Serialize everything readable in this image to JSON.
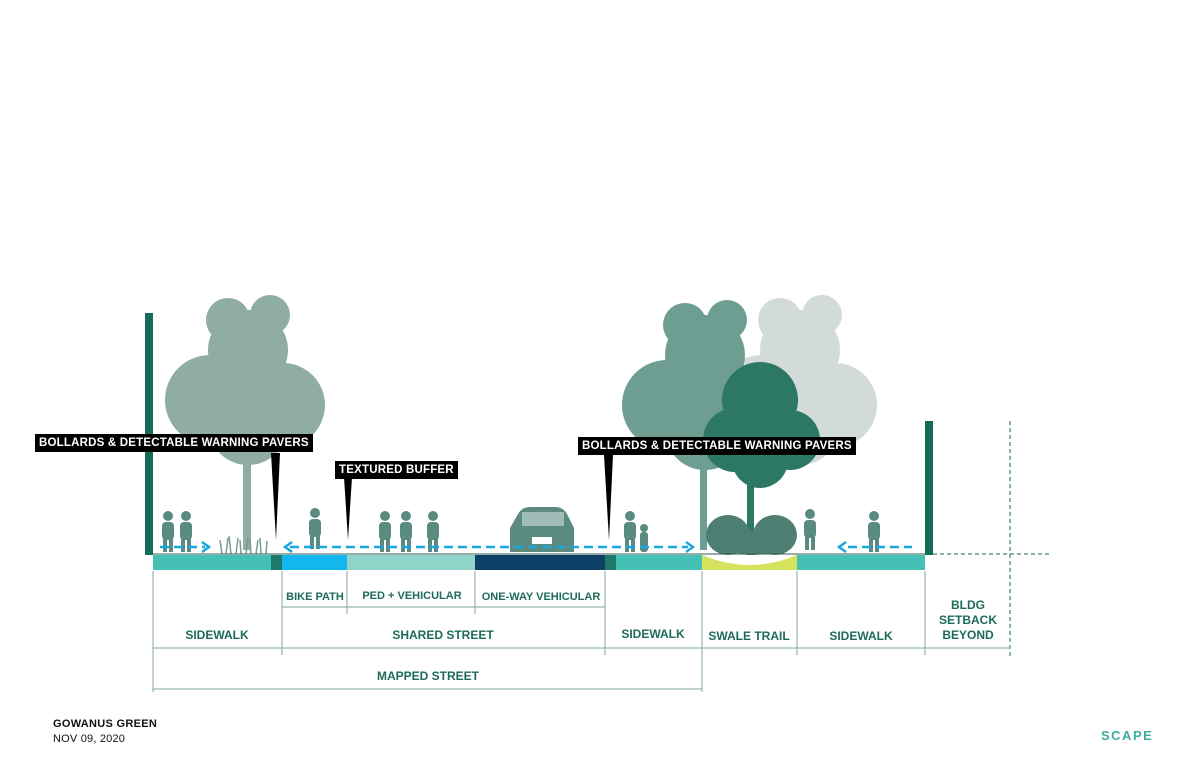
{
  "callouts": {
    "left_bollards": "BOLLARDS & DETECTABLE  WARNING PAVERS",
    "textured_buffer": "TEXTURED BUFFER",
    "right_bollards": "BOLLARDS & DETECTABLE  WARNING PAVERS"
  },
  "row1": {
    "bike_path": "BIKE PATH",
    "ped_vehicular": "PED + VEHICULAR",
    "one_way": "ONE-WAY VEHICULAR"
  },
  "row2": {
    "sidewalk_left": "SIDEWALK",
    "shared_street": "SHARED STREET",
    "sidewalk_mid": "SIDEWALK",
    "swale_trail": "SWALE TRAIL",
    "sidewalk_right": "SIDEWALK",
    "bldg_setback": [
      "BLDG",
      "SETBACK",
      "BEYOND"
    ]
  },
  "row3": {
    "mapped_street": "MAPPED  STREET"
  },
  "footer": {
    "title": "GOWANUS GREEN",
    "date": "NOV 09, 2020",
    "logo": "SCAPE"
  },
  "colors": {
    "wall": "#136b58",
    "sidewalk": "#44c1b4",
    "bike_path": "#14b6ef",
    "ped_vehicular": "#8fd3c9",
    "one_way": "#0e3f67",
    "swale": "#d5e35c",
    "arrows": "#1aa6e0",
    "tree_light": "#8aa9a1",
    "tree_dark": "#2c7864",
    "people": "#5a8a80"
  }
}
